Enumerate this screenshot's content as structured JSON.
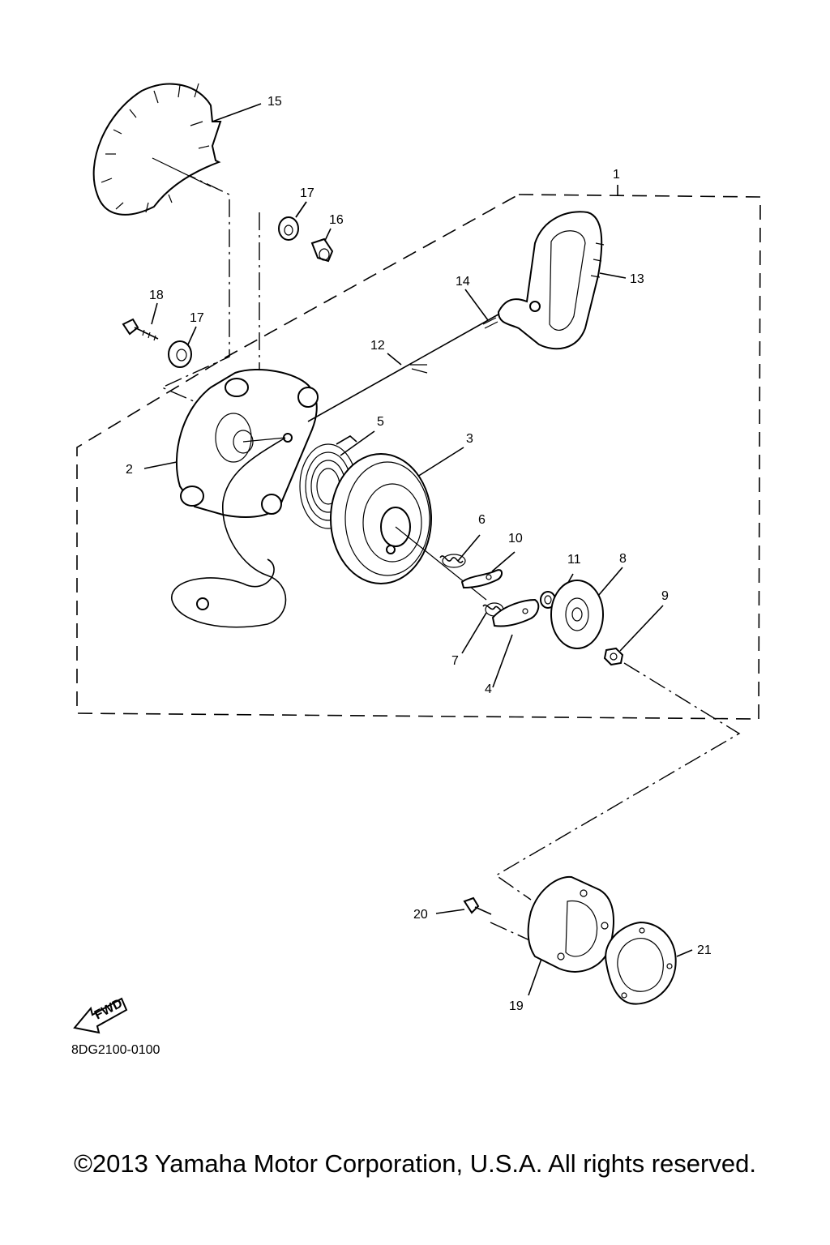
{
  "diagram": {
    "callouts": [
      "1",
      "2",
      "3",
      "4",
      "5",
      "6",
      "7",
      "8",
      "9",
      "10",
      "11",
      "12",
      "13",
      "14",
      "15",
      "16",
      "17",
      "17",
      "18",
      "19",
      "20",
      "21"
    ],
    "fwd_label": "FWD",
    "drawing_code": "8DG2100-0100"
  },
  "footer": {
    "copyright": "©2013 Yamaha Motor Corporation, U.S.A. All rights reserved."
  }
}
